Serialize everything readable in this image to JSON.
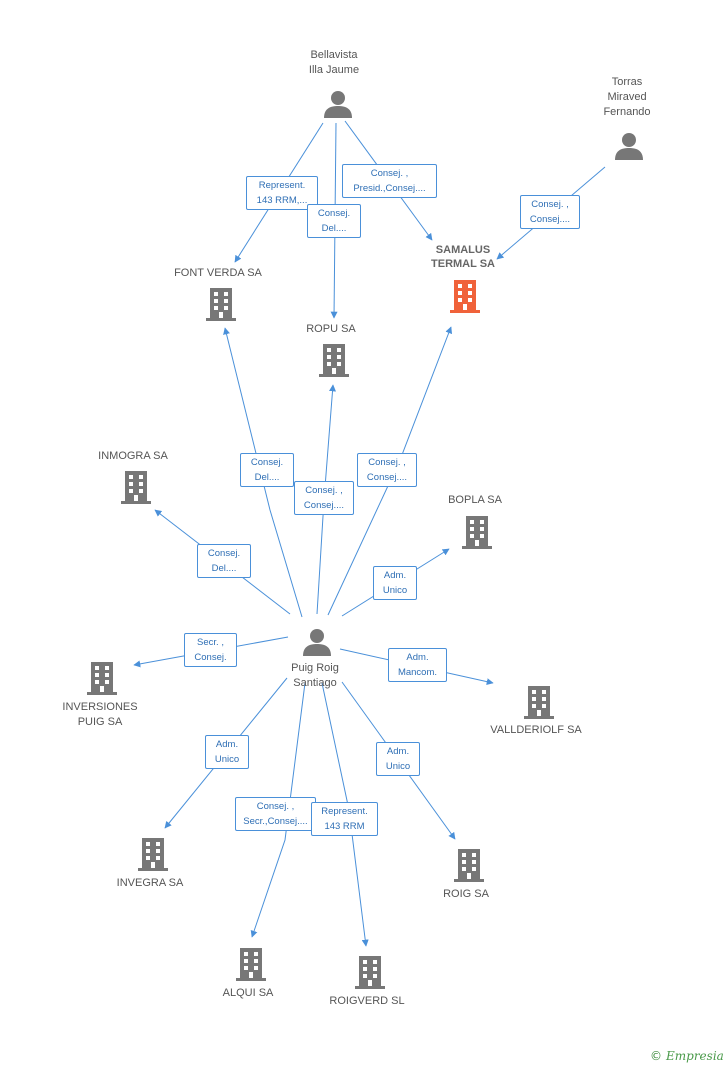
{
  "colors": {
    "edge": "#4a90d9",
    "company": "#777777",
    "company_highlight": "#f0623a",
    "person": "#777777"
  },
  "people": {
    "bellavista": {
      "label": "Bellavista\nIlla Jaume",
      "icon": "person-icon"
    },
    "torras": {
      "label": "Torras\nMiraved\nFernando",
      "icon": "person-icon"
    },
    "puig": {
      "label": "Puig Roig\nSantiago",
      "icon": "person-icon"
    }
  },
  "companies": {
    "samalus": {
      "label": "SAMALUS\nTERMAL SA",
      "icon": "building-icon",
      "highlight": true
    },
    "font_verda": {
      "label": "FONT VERDA SA",
      "icon": "building-icon"
    },
    "ropu": {
      "label": "ROPU SA",
      "icon": "building-icon"
    },
    "inmogra": {
      "label": "INMOGRA SA",
      "icon": "building-icon"
    },
    "bopla": {
      "label": "BOPLA SA",
      "icon": "building-icon"
    },
    "inversiones": {
      "label": "INVERSIONES\nPUIG SA",
      "icon": "building-icon"
    },
    "vallderiolf": {
      "label": "VALLDERIOLF SA",
      "icon": "building-icon"
    },
    "invegra": {
      "label": "INVEGRA SA",
      "icon": "building-icon"
    },
    "roig": {
      "label": "ROIG SA",
      "icon": "building-icon"
    },
    "alqui": {
      "label": "ALQUI SA",
      "icon": "building-icon"
    },
    "roigverd": {
      "label": "ROIGVERD  SL",
      "icon": "building-icon"
    }
  },
  "edge_labels": {
    "bell_font": "Represent.\n143 RRM,...",
    "bell_ropu": "Consej.\nDel....",
    "bell_samalus": "Consej. ,\nPresid.,Consej....",
    "torras_samalus": "Consej. ,\nConsej....",
    "puig_font": "Consej.\nDel....",
    "puig_ropu": "Consej. ,\nConsej....",
    "puig_samalus": "Consej. ,\nConsej....",
    "puig_inmogra": "Consej.\nDel....",
    "puig_bopla": "Adm.\nUnico",
    "puig_inversiones": "Secr. ,\nConsej.",
    "puig_vallderiolf": "Adm.\nMancom.",
    "puig_invegra": "Adm.\nUnico",
    "puig_roig": "Adm.\nUnico",
    "puig_alqui": "Consej. ,\nSecr.,Consej....",
    "puig_roigverd": "Represent.\n143 RRM"
  },
  "brand": {
    "symbol": "©",
    "name": "Empresia"
  }
}
